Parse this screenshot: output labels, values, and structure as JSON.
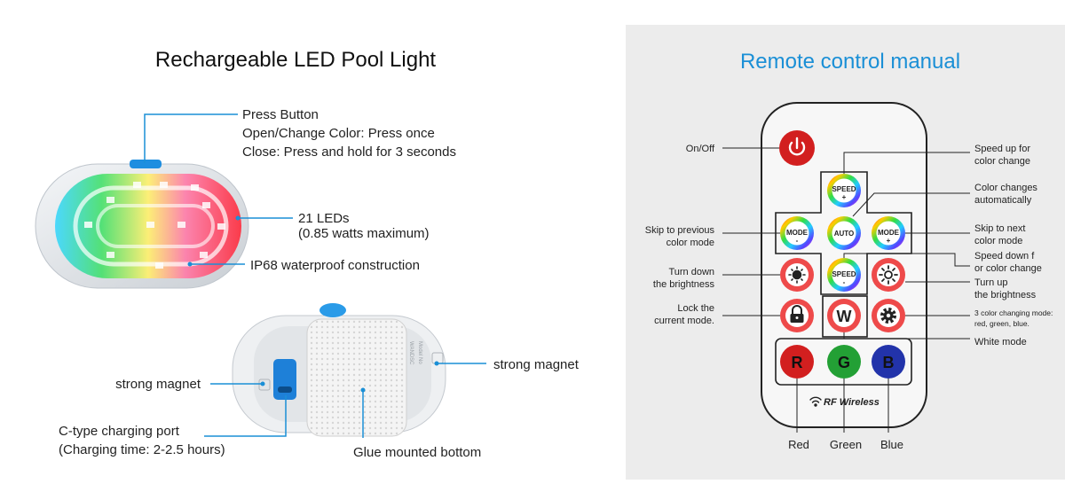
{
  "left_panel": {
    "title": "Rechargeable LED Pool Light",
    "callouts": {
      "press_button": [
        "Press Button",
        "Open/Change Color: Press once",
        "Close: Press and hold for 3 seconds"
      ],
      "leds": [
        "21 LEDs",
        "(0.85 watts maximum)"
      ],
      "waterproof": "IP68 waterproof construction",
      "magnet_left": "strong magnet",
      "magnet_right": "strong magnet",
      "charging_port": [
        "C-type charging port",
        "(Charging time: 2-2.5 hours)"
      ],
      "glue_bottom": "Glue mounted bottom"
    }
  },
  "right_panel": {
    "title": "Remote control manual",
    "labels_left": {
      "onoff": "On/Off",
      "skip_prev": [
        "Skip to previous",
        "color mode"
      ],
      "turn_down": [
        "Turn down",
        "the brightness"
      ],
      "lock": [
        "Lock the",
        "current mode."
      ]
    },
    "labels_right": {
      "speed_up": [
        "Speed up for",
        "color change"
      ],
      "color_changes": [
        "Color changes",
        "automatically"
      ],
      "skip_next": [
        "Skip to next",
        "color mode"
      ],
      "speed_down": [
        "Speed down f",
        "or color change"
      ],
      "turn_up": [
        "Turn up",
        "the brightness"
      ],
      "three_color": [
        "3 color changing mode:",
        "red, green, blue."
      ],
      "white_mode": "White mode"
    },
    "labels_bottom": {
      "red": "Red",
      "green": "Green",
      "blue": "Blue"
    },
    "buttons": {
      "speed_up": [
        "SPEED",
        "+"
      ],
      "speed_down": [
        "SPEED",
        "-"
      ],
      "auto": "AUTO",
      "mode_prev": [
        "MODE",
        "-"
      ],
      "mode_next": [
        "MODE",
        "+"
      ],
      "white": "W",
      "red": "R",
      "green": "G",
      "blue": "B"
    },
    "brand": "RF Wireless"
  },
  "colors": {
    "callout_line": "#1a8fd6",
    "title_blue": "#1a8fd6",
    "right_bg": "#ececec",
    "red_button": "#d21f1f",
    "green_button": "#23a035",
    "blue_button": "#2233aa"
  },
  "icons": {
    "power": "power-icon",
    "sun_down": "sun-dim-icon",
    "sun_up": "sun-bright-icon",
    "lock": "lock-icon",
    "gear": "gear-icon",
    "wifi": "wifi-icon"
  }
}
